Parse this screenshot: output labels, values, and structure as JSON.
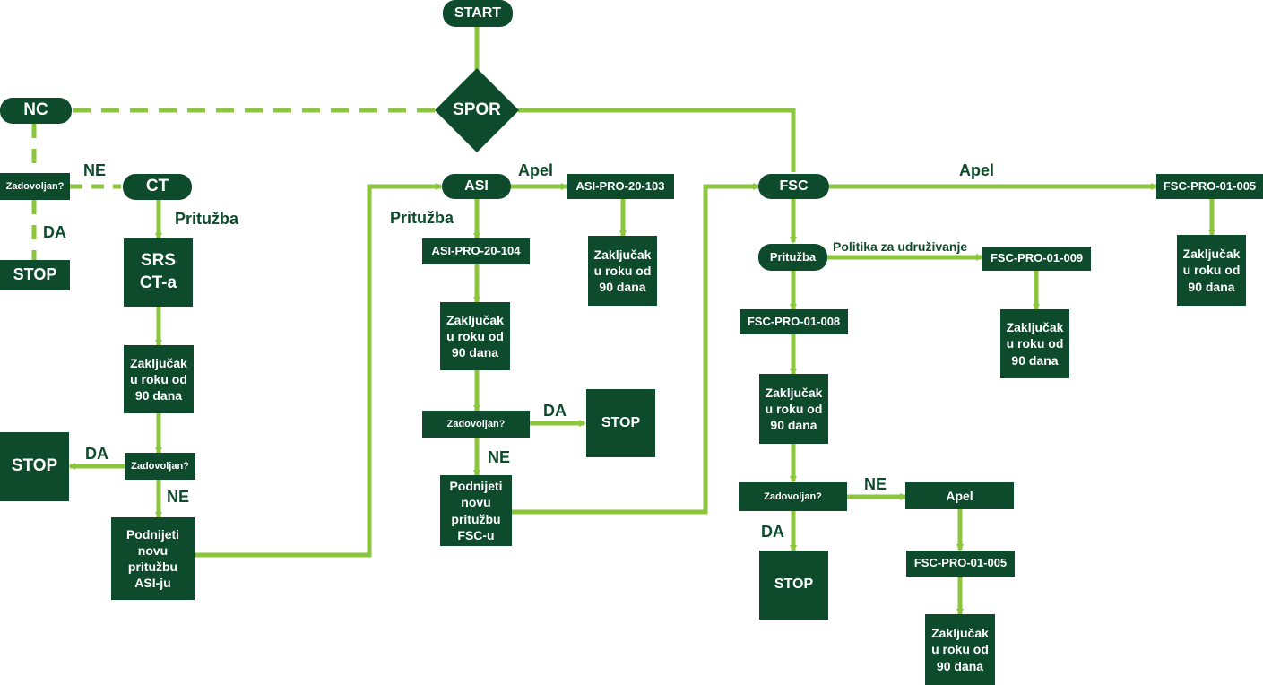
{
  "colors": {
    "node": "#0e4a2c",
    "connector": "#8cc63f",
    "label": "#0e4a2c"
  },
  "nodes": {
    "start": "START",
    "spor": "SPOR",
    "nc": "NC",
    "nc_zadovoljan": "Zadovoljan?",
    "nc_stop": "STOP",
    "ct": "CT",
    "srs": "SRS\nCT-a",
    "ct_zakljucak": "Zaključak\nu roku od\n90 dana",
    "ct_zadovoljan": "Zadovoljan?",
    "ct_stop": "STOP",
    "ct_podnijeti": "Podnijeti\nnovu\npritužbu\nASI-ju",
    "asi": "ASI",
    "asi_pro_103": "ASI-PRO-20-103",
    "asi_apel_zakljucak": "Zaključak\nu roku od\n90 dana",
    "asi_pro_104": "ASI-PRO-20-104",
    "asi_zakljucak": "Zaključak\nu roku od\n90 dana",
    "asi_zadovoljan": "Zadovoljan?",
    "asi_stop": "STOP",
    "asi_podnijeti": "Podnijeti\nnovu\npritužbu\nFSC-u",
    "fsc": "FSC",
    "fsc_pro_005_top": "FSC-PRO-01-005",
    "fsc_apel_zakljucak": "Zaključak\nu roku od\n90 dana",
    "fsc_prituzba": "Pritužba",
    "fsc_pro_009": "FSC-PRO-01-009",
    "fsc_009_zakljucak": "Zaključak\nu roku od\n90 dana",
    "fsc_pro_008": "FSC-PRO-01-008",
    "fsc_zakljucak": "Zaključak\nu roku od\n90 dana",
    "fsc_zadovoljan": "Zadovoljan?",
    "fsc_stop": "STOP",
    "fsc_apel": "Apel",
    "fsc_pro_005_bottom": "FSC-PRO-01-005",
    "fsc_final_zakljucak": "Zaključak\nu roku od\n90 dana"
  },
  "labels": {
    "nc_ne": "NE",
    "nc_da": "DA",
    "ct_prituzba": "Pritužba",
    "ct_da": "DA",
    "ct_ne": "NE",
    "asi_apel": "Apel",
    "asi_prituzba": "Pritužba",
    "asi_da": "DA",
    "asi_ne": "NE",
    "fsc_apel": "Apel",
    "fsc_politika": "Politika za udruživanje",
    "fsc_ne": "NE",
    "fsc_da": "DA"
  }
}
